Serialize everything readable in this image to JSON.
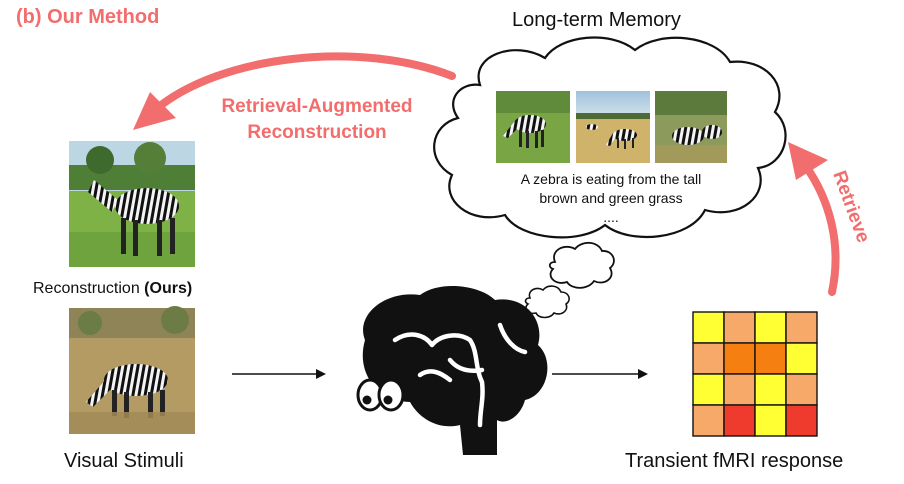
{
  "header": {
    "title": "(b) Our Method"
  },
  "memory": {
    "title": "Long-term Memory",
    "caption_line1": "A zebra is eating from the tall",
    "caption_line2": "brown and green grass",
    "caption_line3": "...."
  },
  "labels": {
    "augmented_line1": "Retrieval-Augmented",
    "augmented_line2": "Reconstruction",
    "retrieve": "Retrieve",
    "reconstruction": "Reconstruction ",
    "reconstruction_ours": "(Ours)",
    "visual_stimuli": "Visual Stimuli",
    "fmri_response": "Transient fMRI response"
  },
  "fmri_grid": {
    "colors": [
      [
        "#ffff33",
        "#f7a96a",
        "#ffff33",
        "#f7a96a"
      ],
      [
        "#f7a96a",
        "#f57f10",
        "#f57f10",
        "#ffff33"
      ],
      [
        "#ffff33",
        "#f7a96a",
        "#ffff33",
        "#f7a96a"
      ],
      [
        "#f7a96a",
        "#ee3b2e",
        "#ffff33",
        "#ee3b2e"
      ]
    ]
  },
  "colors": {
    "accent": "#f26d6d"
  }
}
